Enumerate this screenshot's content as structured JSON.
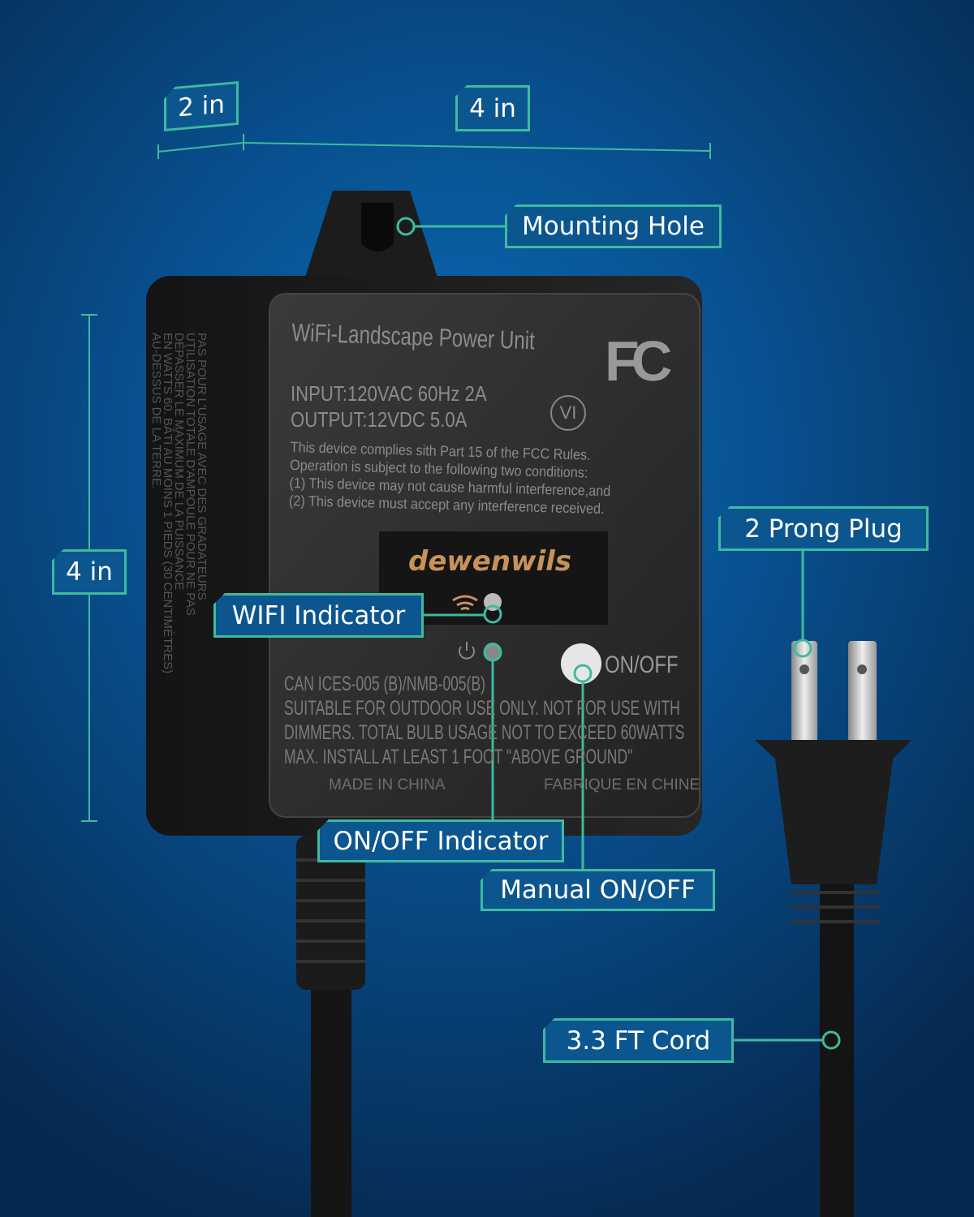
{
  "dimensions": {
    "depth": "2 in",
    "width": "4 in",
    "height": "4 in"
  },
  "callouts": {
    "mounting_hole": "Mounting Hole",
    "prong_plug": "2 Prong Plug",
    "wifi_indicator": "WIFI Indicator",
    "onoff_indicator": "ON/OFF Indicator",
    "manual_onoff": "Manual ON/OFF",
    "cord": "3.3 FT Cord"
  },
  "device": {
    "title": "WiFi-Landscape Power Unit",
    "fcc_logo": "FC",
    "input": "INPUT:120VAC 60Hz 2A",
    "output": "OUTPUT:12VDC 5.0A",
    "vi_mark": "VI",
    "fcc_lines": [
      "This device complies sith Part 15 of the FCC Rules.",
      "Operation is subject to the following two conditions:",
      "(1) This device may not cause harmful interference,and",
      "(2) This device must accept any interference received."
    ],
    "brand": "dewenwils",
    "onoff_label": "ON/OFF",
    "bottom_lines": [
      "CAN ICES-005 (B)/NMB-005(B)",
      "SUITABLE FOR OUTDOOR USE ONLY. NOT FOR USE WITH",
      "DIMMERS. TOTAL BULB USAGE NOT TO EXCEED 60WATTS",
      "MAX. INSTALL AT LEAST 1 FOOT \"ABOVE GROUND\"",
      "MADE IN CHINA",
      "FABRIQUE EN CHINE"
    ],
    "side_lines": [
      "PAS POUR L'USAGE AVEC DES GRADATEURS",
      "UTILISATION TOTALE D'AMPOULE POUR NE PAS",
      "DÉPASSER LE MAXIMUM DE LA PUISSANCE",
      "EN WATTS 60. BÂTI AU MOINS 1 PIEDS (30 CENTIMÈTRES)",
      "AU-DESSUS DE LA TERRE."
    ]
  },
  "colors": {
    "label_fill": "#0c5690",
    "label_border": "#3dbb9e",
    "brand": "#c8925a",
    "background": "#084f8e"
  }
}
